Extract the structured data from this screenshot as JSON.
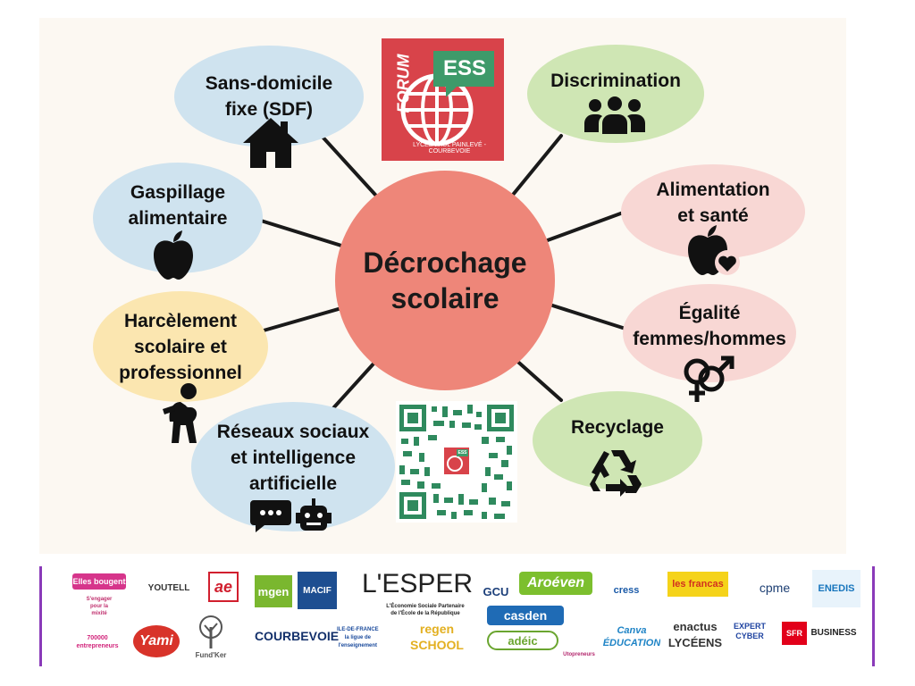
{
  "center": {
    "label": "Décrochage\nscolaire"
  },
  "forum_logo": {
    "title": "ESS",
    "vertical_text": "FORUM",
    "arc_text": "LYCÉE PAUL PAINLEVÉ - COURBEVOIE"
  },
  "qr": {
    "badge": "ESS"
  },
  "topics": [
    {
      "id": "sdf",
      "label": "Sans-domicile\nfixe (SDF)",
      "icon": "house-icon",
      "color": "blue"
    },
    {
      "id": "gaspillage",
      "label": "Gaspillage\nalimentaire",
      "icon": "apple-icon",
      "color": "blue"
    },
    {
      "id": "harcelement",
      "label": "Harcèlement\nscolaire et\nprofessionnel",
      "icon": "sad-person-icon",
      "color": "yellow"
    },
    {
      "id": "reseaux",
      "label": "Réseaux sociaux\net intelligence\nartificielle",
      "icon": "chat-robot-icon",
      "color": "blue"
    },
    {
      "id": "discrimination",
      "label": "Discrimination",
      "icon": "group-icon",
      "color": "green"
    },
    {
      "id": "alimentation",
      "label": "Alimentation\net santé",
      "icon": "apple-heart-icon",
      "color": "pink"
    },
    {
      "id": "egalite",
      "label": "Égalité\nfemmes/hommes",
      "icon": "gender-icon",
      "color": "pink"
    },
    {
      "id": "recyclage",
      "label": "Recyclage",
      "icon": "recycle-icon",
      "color": "green"
    }
  ],
  "colors": {
    "panel": "#fcf8f2",
    "center": "#ee8679",
    "blue": "#cfe3ef",
    "green": "#cfe6b4",
    "pink": "#f8d7d4",
    "yellow": "#fbe6b0",
    "connector": "#1a1a1a",
    "logo_red": "#d8434a",
    "logo_green": "#3e9a6a"
  },
  "sponsors": [
    {
      "text": "Elles bougent",
      "bg": "#d6358b",
      "fg": "#ffffff"
    },
    {
      "text": "S'engager\npour la\nmixité",
      "bg": "#ffffff",
      "fg": "#c0306e"
    },
    {
      "text": "YOUTELL",
      "bg": "#ffffff",
      "fg": "#333333"
    },
    {
      "text": "ae",
      "bg": "#ffffff",
      "fg": "#d11f2e"
    },
    {
      "text": "mgen",
      "bg": "#7ab72f",
      "fg": "#ffffff"
    },
    {
      "text": "MACIF",
      "bg": "#1d4e91",
      "fg": "#ffffff"
    },
    {
      "text": "L'ESPER",
      "bg": "#ffffff",
      "fg": "#222222"
    },
    {
      "text": "L'Économie Sociale Partenaire\nde l'École de la République",
      "bg": "#ffffff",
      "fg": "#222222"
    },
    {
      "text": "GCU",
      "bg": "#ffffff",
      "fg": "#1c3f7a"
    },
    {
      "text": "Aroéven",
      "bg": "#7cbf2e",
      "fg": "#ffffff"
    },
    {
      "text": "cress",
      "bg": "#ffffff",
      "fg": "#1a5aa8"
    },
    {
      "text": "les francas",
      "bg": "#f5d31a",
      "fg": "#d2311e"
    },
    {
      "text": "cpme",
      "bg": "#ffffff",
      "fg": "#1d3f73"
    },
    {
      "text": "ENEDIS",
      "bg": "#e8f3fb",
      "fg": "#1876bd"
    },
    {
      "text": "700000\nentrepreneurs",
      "bg": "#ffffff",
      "fg": "#d1237a"
    },
    {
      "text": "Yami",
      "bg": "#d8332a",
      "fg": "#ffffff"
    },
    {
      "text": "Fund'Ker",
      "bg": "#ffffff",
      "fg": "#555555"
    },
    {
      "text": "COURBEVOIE",
      "bg": "#ffffff",
      "fg": "#13306b"
    },
    {
      "text": "ILE-DE-FRANCE\nla ligue de\nl'enseignement",
      "bg": "#ffffff",
      "fg": "#1a4a9c"
    },
    {
      "text": "regen\nSCHOOL",
      "bg": "#ffffff",
      "fg": "#e3b021"
    },
    {
      "text": "casden",
      "bg": "#1f6bb5",
      "fg": "#ffffff"
    },
    {
      "text": "adéic",
      "bg": "#ffffff",
      "fg": "#6aa52f"
    },
    {
      "text": "Utopreneurs",
      "bg": "#ffffff",
      "fg": "#b3276d"
    },
    {
      "text": "Canva\nÉDUCATION",
      "bg": "#ffffff",
      "fg": "#1f84c6"
    },
    {
      "text": "enactus\nLYCÉENS",
      "bg": "#ffffff",
      "fg": "#333333"
    },
    {
      "text": "EXPERT\nCYBER",
      "bg": "#ffffff",
      "fg": "#2044a1"
    },
    {
      "text": "SFR",
      "bg": "#e2001a",
      "fg": "#ffffff"
    },
    {
      "text": "BUSINESS",
      "bg": "#ffffff",
      "fg": "#222222"
    }
  ]
}
